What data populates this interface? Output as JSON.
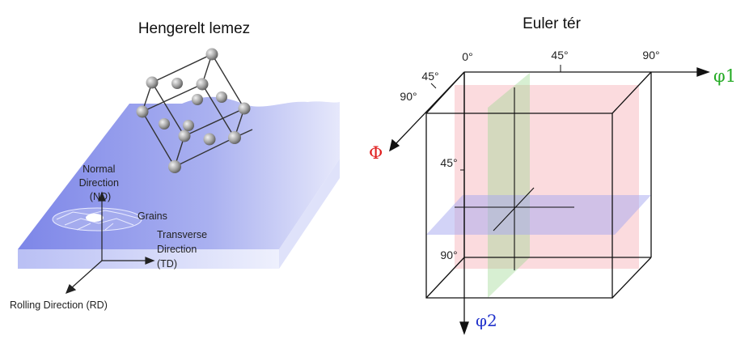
{
  "left_panel": {
    "title": "Hengerelt lemez",
    "normal_direction": [
      "Normal",
      "Direction",
      "(ND)"
    ],
    "grains": "Grains",
    "transverse_direction": [
      "Transverse",
      "Direction",
      "(TD)"
    ],
    "rolling_direction": "Rolling Direction (RD)"
  },
  "right_panel": {
    "title": "Euler tér",
    "phi1_axis": "φ1",
    "Phi_axis": "Φ",
    "phi2_axis": "φ2",
    "phi1_ticks": [
      "0°",
      "45°",
      "90°"
    ],
    "Phi_ticks": [
      "45°",
      "90°"
    ],
    "phi2_ticks": [
      "45°",
      "90°"
    ],
    "colors": {
      "phi1": "#22aa22",
      "Phi": "#e02020",
      "phi2": "#2233cc"
    }
  }
}
